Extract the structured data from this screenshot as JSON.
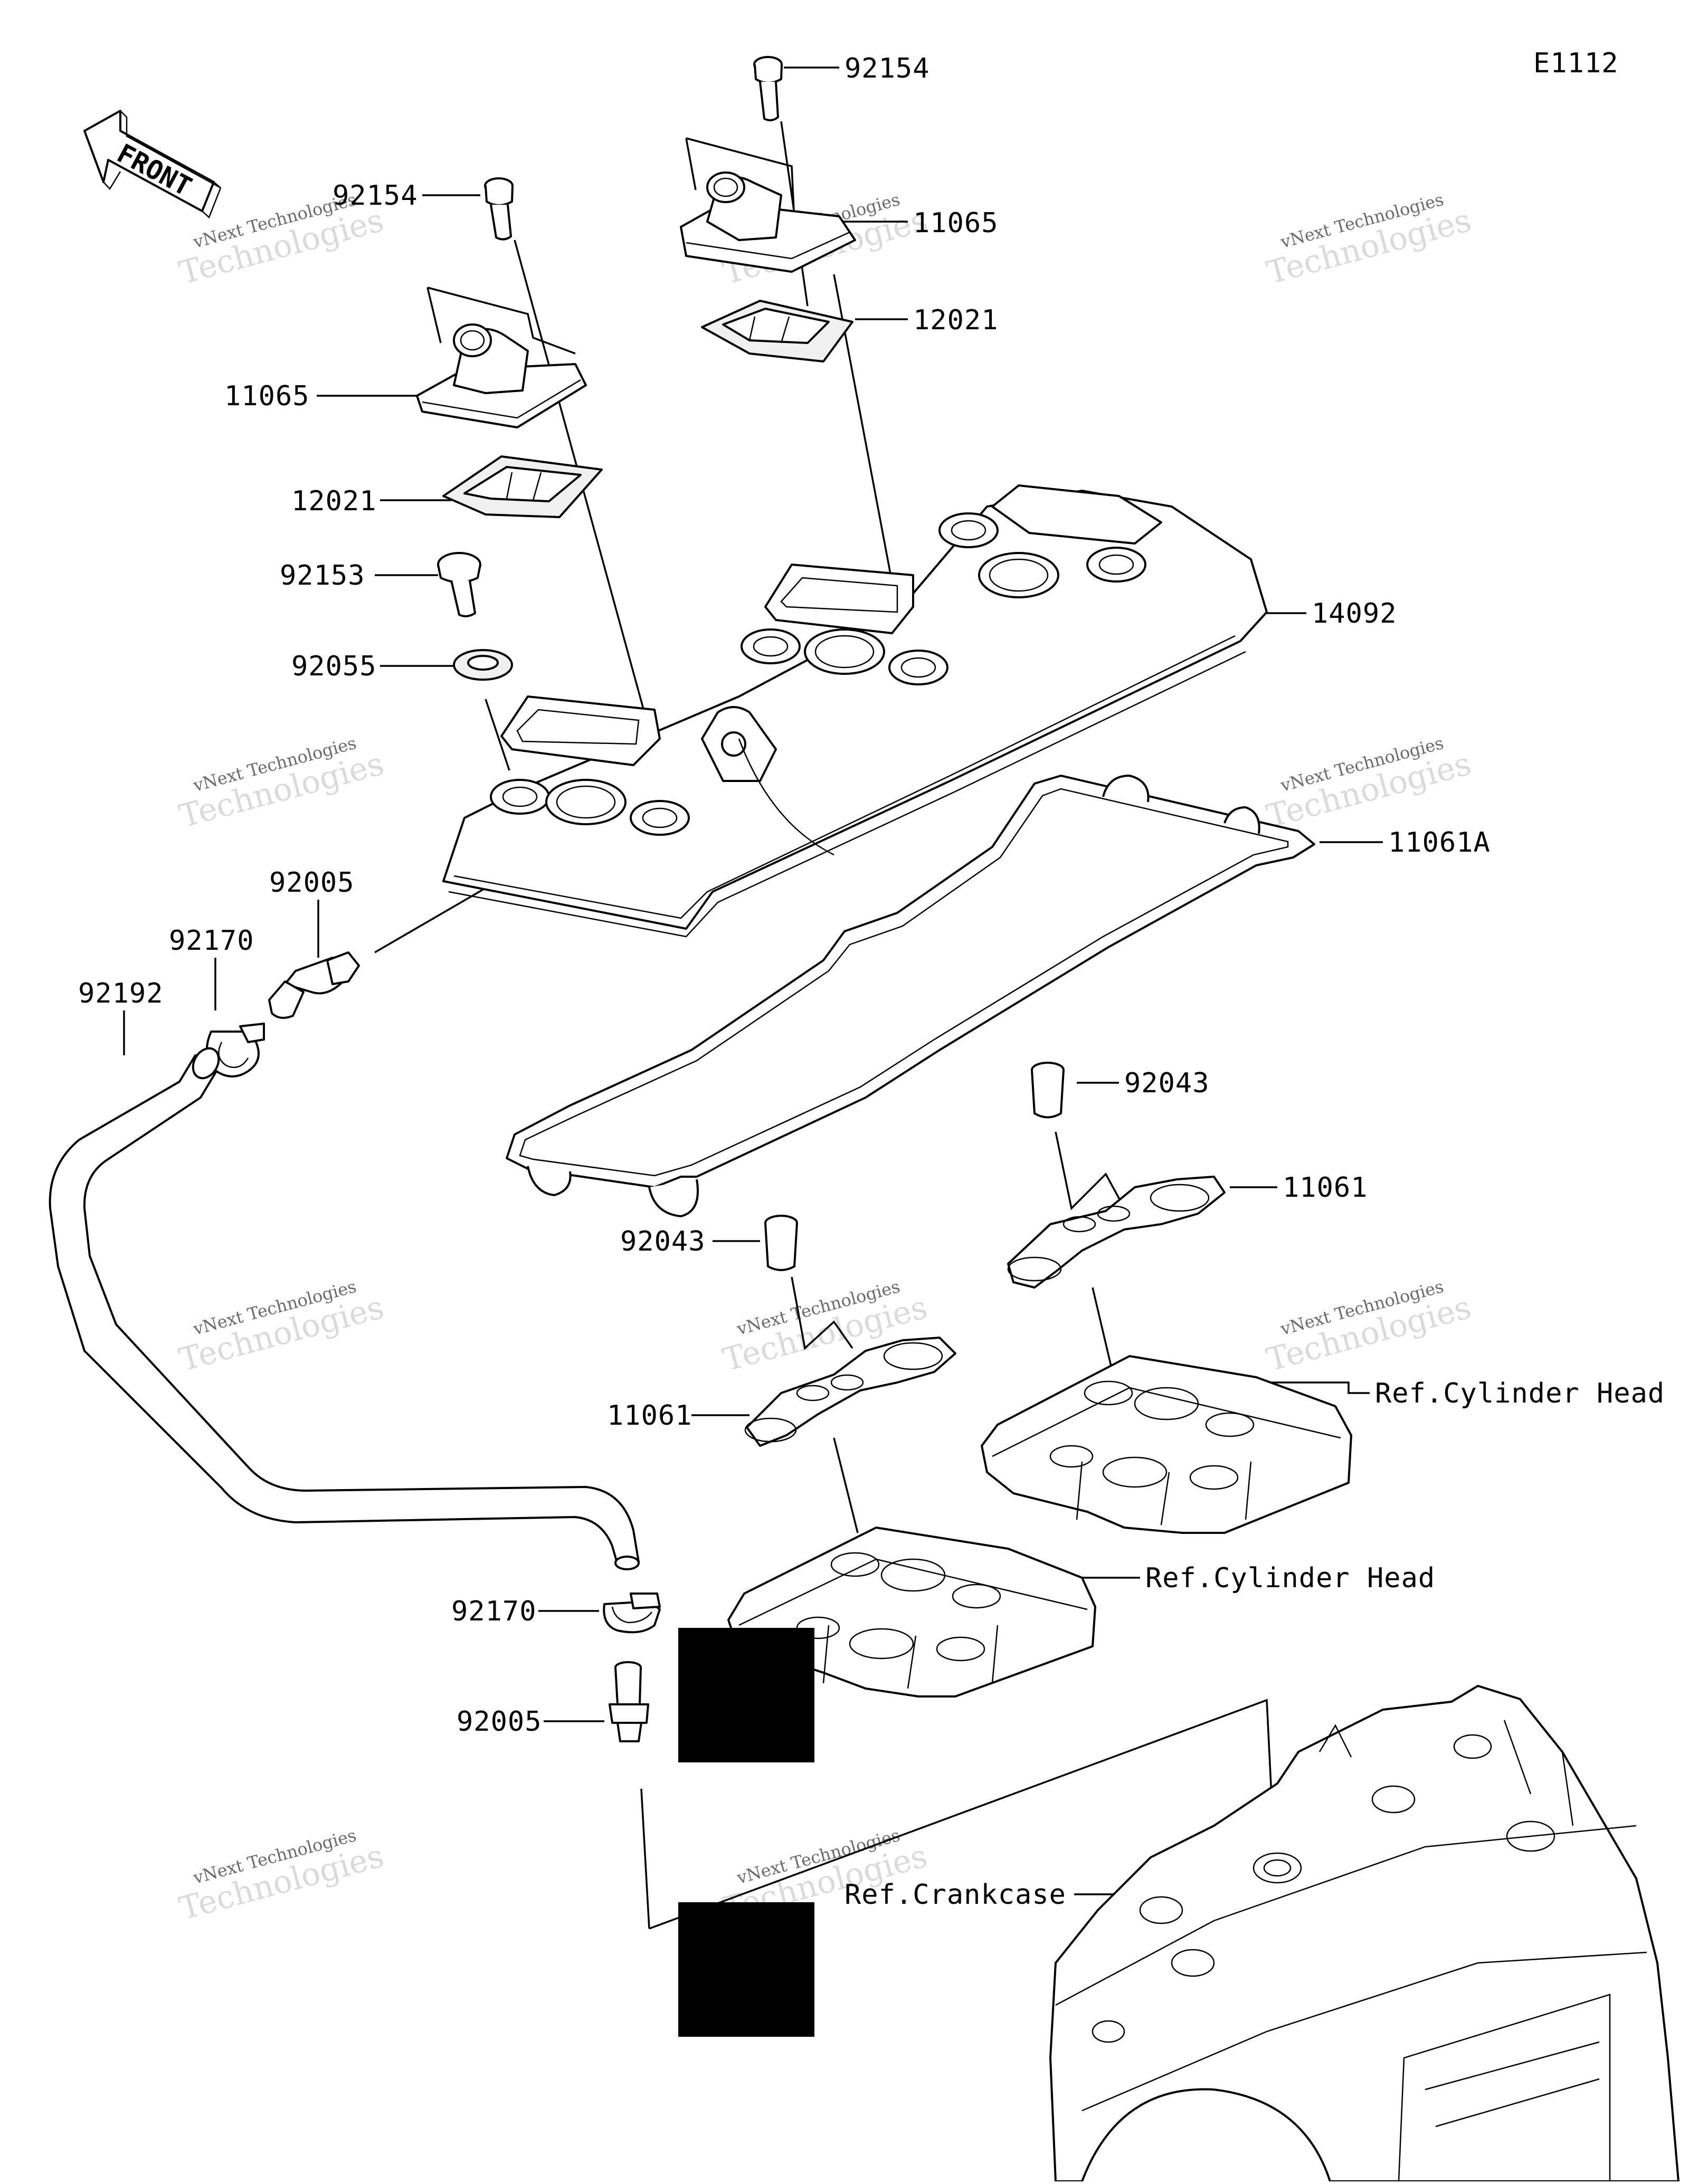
{
  "diagram": {
    "code": "E1112",
    "front_label": "FRONT",
    "watermark_line1": "vNext Technologies",
    "watermark_line2": "Technologies",
    "parts": [
      {
        "id": "p-92154-top",
        "number": "92154"
      },
      {
        "id": "p-92154-left",
        "number": "92154"
      },
      {
        "id": "p-11065-right",
        "number": "11065"
      },
      {
        "id": "p-12021-right",
        "number": "12021"
      },
      {
        "id": "p-11065-left",
        "number": "11065"
      },
      {
        "id": "p-12021-left",
        "number": "12021"
      },
      {
        "id": "p-92153",
        "number": "92153"
      },
      {
        "id": "p-14092",
        "number": "14092"
      },
      {
        "id": "p-92055",
        "number": "92055"
      },
      {
        "id": "p-11061A",
        "number": "11061A"
      },
      {
        "id": "p-92005-top",
        "number": "92005"
      },
      {
        "id": "p-92170-top",
        "number": "92170"
      },
      {
        "id": "p-92192",
        "number": "92192"
      },
      {
        "id": "p-92043-right",
        "number": "92043"
      },
      {
        "id": "p-11061-right",
        "number": "11061"
      },
      {
        "id": "p-92043-left",
        "number": "92043"
      },
      {
        "id": "p-ref-head-right",
        "number": "Ref.Cylinder Head"
      },
      {
        "id": "p-11061-left",
        "number": "11061"
      },
      {
        "id": "p-ref-head-left",
        "number": "Ref.Cylinder Head"
      },
      {
        "id": "p-92170-bottom",
        "number": "92170"
      },
      {
        "id": "p-92005-bottom",
        "number": "92005"
      },
      {
        "id": "p-ref-crankcase",
        "number": "Ref.Crankcase"
      }
    ]
  }
}
